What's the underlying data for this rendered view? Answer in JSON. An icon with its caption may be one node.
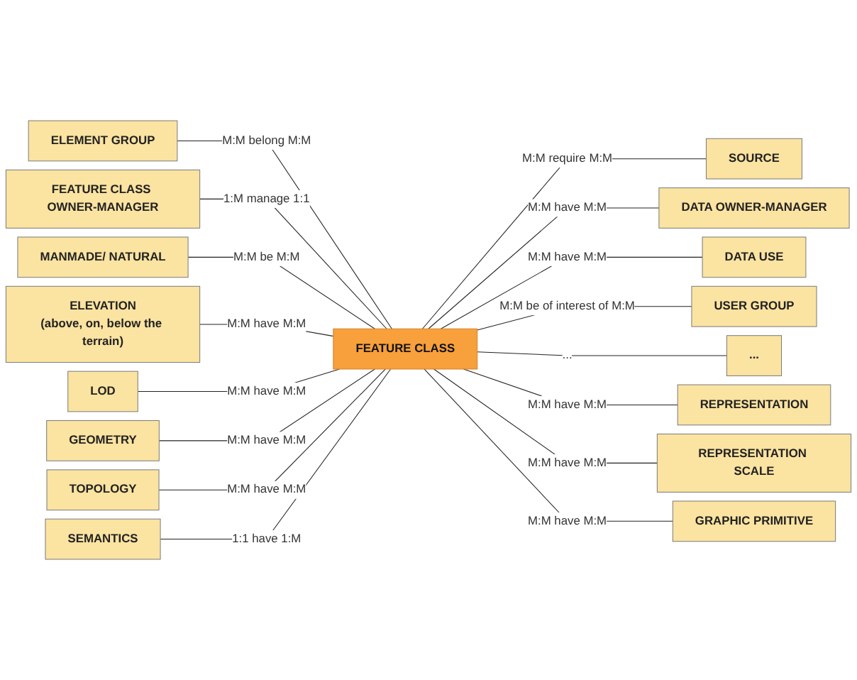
{
  "diagram": {
    "nodes": [
      {
        "text": [
          "ELEMENT GROUP"
        ]
      },
      {
        "text": [
          "FEATURE CLASS OWNER-MANAGER"
        ]
      },
      {
        "text": [
          "SOURCE"
        ]
      },
      {
        "text": [
          "MANMADE/ NATURAL"
        ]
      },
      {
        "text": [
          "DATA OWNER-MANAGER"
        ]
      },
      {
        "text": [
          "ELEVATION",
          "(above, on, below the terrain)"
        ]
      },
      {
        "text": [
          "DATA USE"
        ]
      },
      {
        "text": [
          "FEATURE CLASS"
        ]
      },
      {
        "text": [
          "LOD"
        ]
      },
      {
        "text": [
          "USER GROUP"
        ]
      },
      {
        "text": [
          "GEOMETRY"
        ]
      },
      {
        "text": [
          "..."
        ]
      },
      {
        "text": [
          "TOPOLOGY"
        ]
      },
      {
        "text": [
          "REPRESENTATION"
        ]
      },
      {
        "text": [
          "SEMANTICS"
        ]
      },
      {
        "text": [
          "GRAPHIC PRIMITIVE"
        ]
      },
      {
        "text": [
          "REPRESENTATION SCALE"
        ]
      }
    ],
    "edges": [
      {
        "from": 0,
        "to": 7,
        "arrow": "none",
        "label": "M:M belong M:M"
      },
      {
        "from": 1,
        "to": 7,
        "arrow": "none",
        "label": "1:M manage 1:1"
      },
      {
        "from": 3,
        "to": 7,
        "arrow": "none",
        "label": "M:M be M:M"
      },
      {
        "from": 5,
        "to": 7,
        "arrow": "none",
        "label": "M:M have M:M"
      },
      {
        "from": 8,
        "to": 7,
        "arrow": "none",
        "label": "M:M have M:M"
      },
      {
        "from": 10,
        "to": 7,
        "arrow": "none",
        "label": "M:M have M:M"
      },
      {
        "from": 12,
        "to": 7,
        "arrow": "none",
        "label": "M:M have M:M"
      },
      {
        "from": 14,
        "to": 7,
        "arrow": "none",
        "label": "1:1 have 1:M"
      },
      {
        "from": 7,
        "to": 2,
        "arrow": "none",
        "label": "M:M require M:M"
      },
      {
        "from": 7,
        "to": 4,
        "arrow": "none",
        "label": "M:M have M:M"
      },
      {
        "from": 7,
        "to": 6,
        "arrow": "none",
        "label": "M:M have M:M"
      },
      {
        "from": 7,
        "to": 9,
        "arrow": "none",
        "label": "M:M be of interest of M:M"
      },
      {
        "from": 7,
        "to": 11,
        "arrow": "none",
        "label": "..."
      },
      {
        "from": 7,
        "to": 13,
        "arrow": "none",
        "label": "M:M have M:M"
      },
      {
        "from": 7,
        "to": 16,
        "arrow": "none",
        "label": "M:M have M:M"
      },
      {
        "from": 7,
        "to": 15,
        "arrow": "none",
        "label": "M:M have M:M"
      }
    ]
  }
}
